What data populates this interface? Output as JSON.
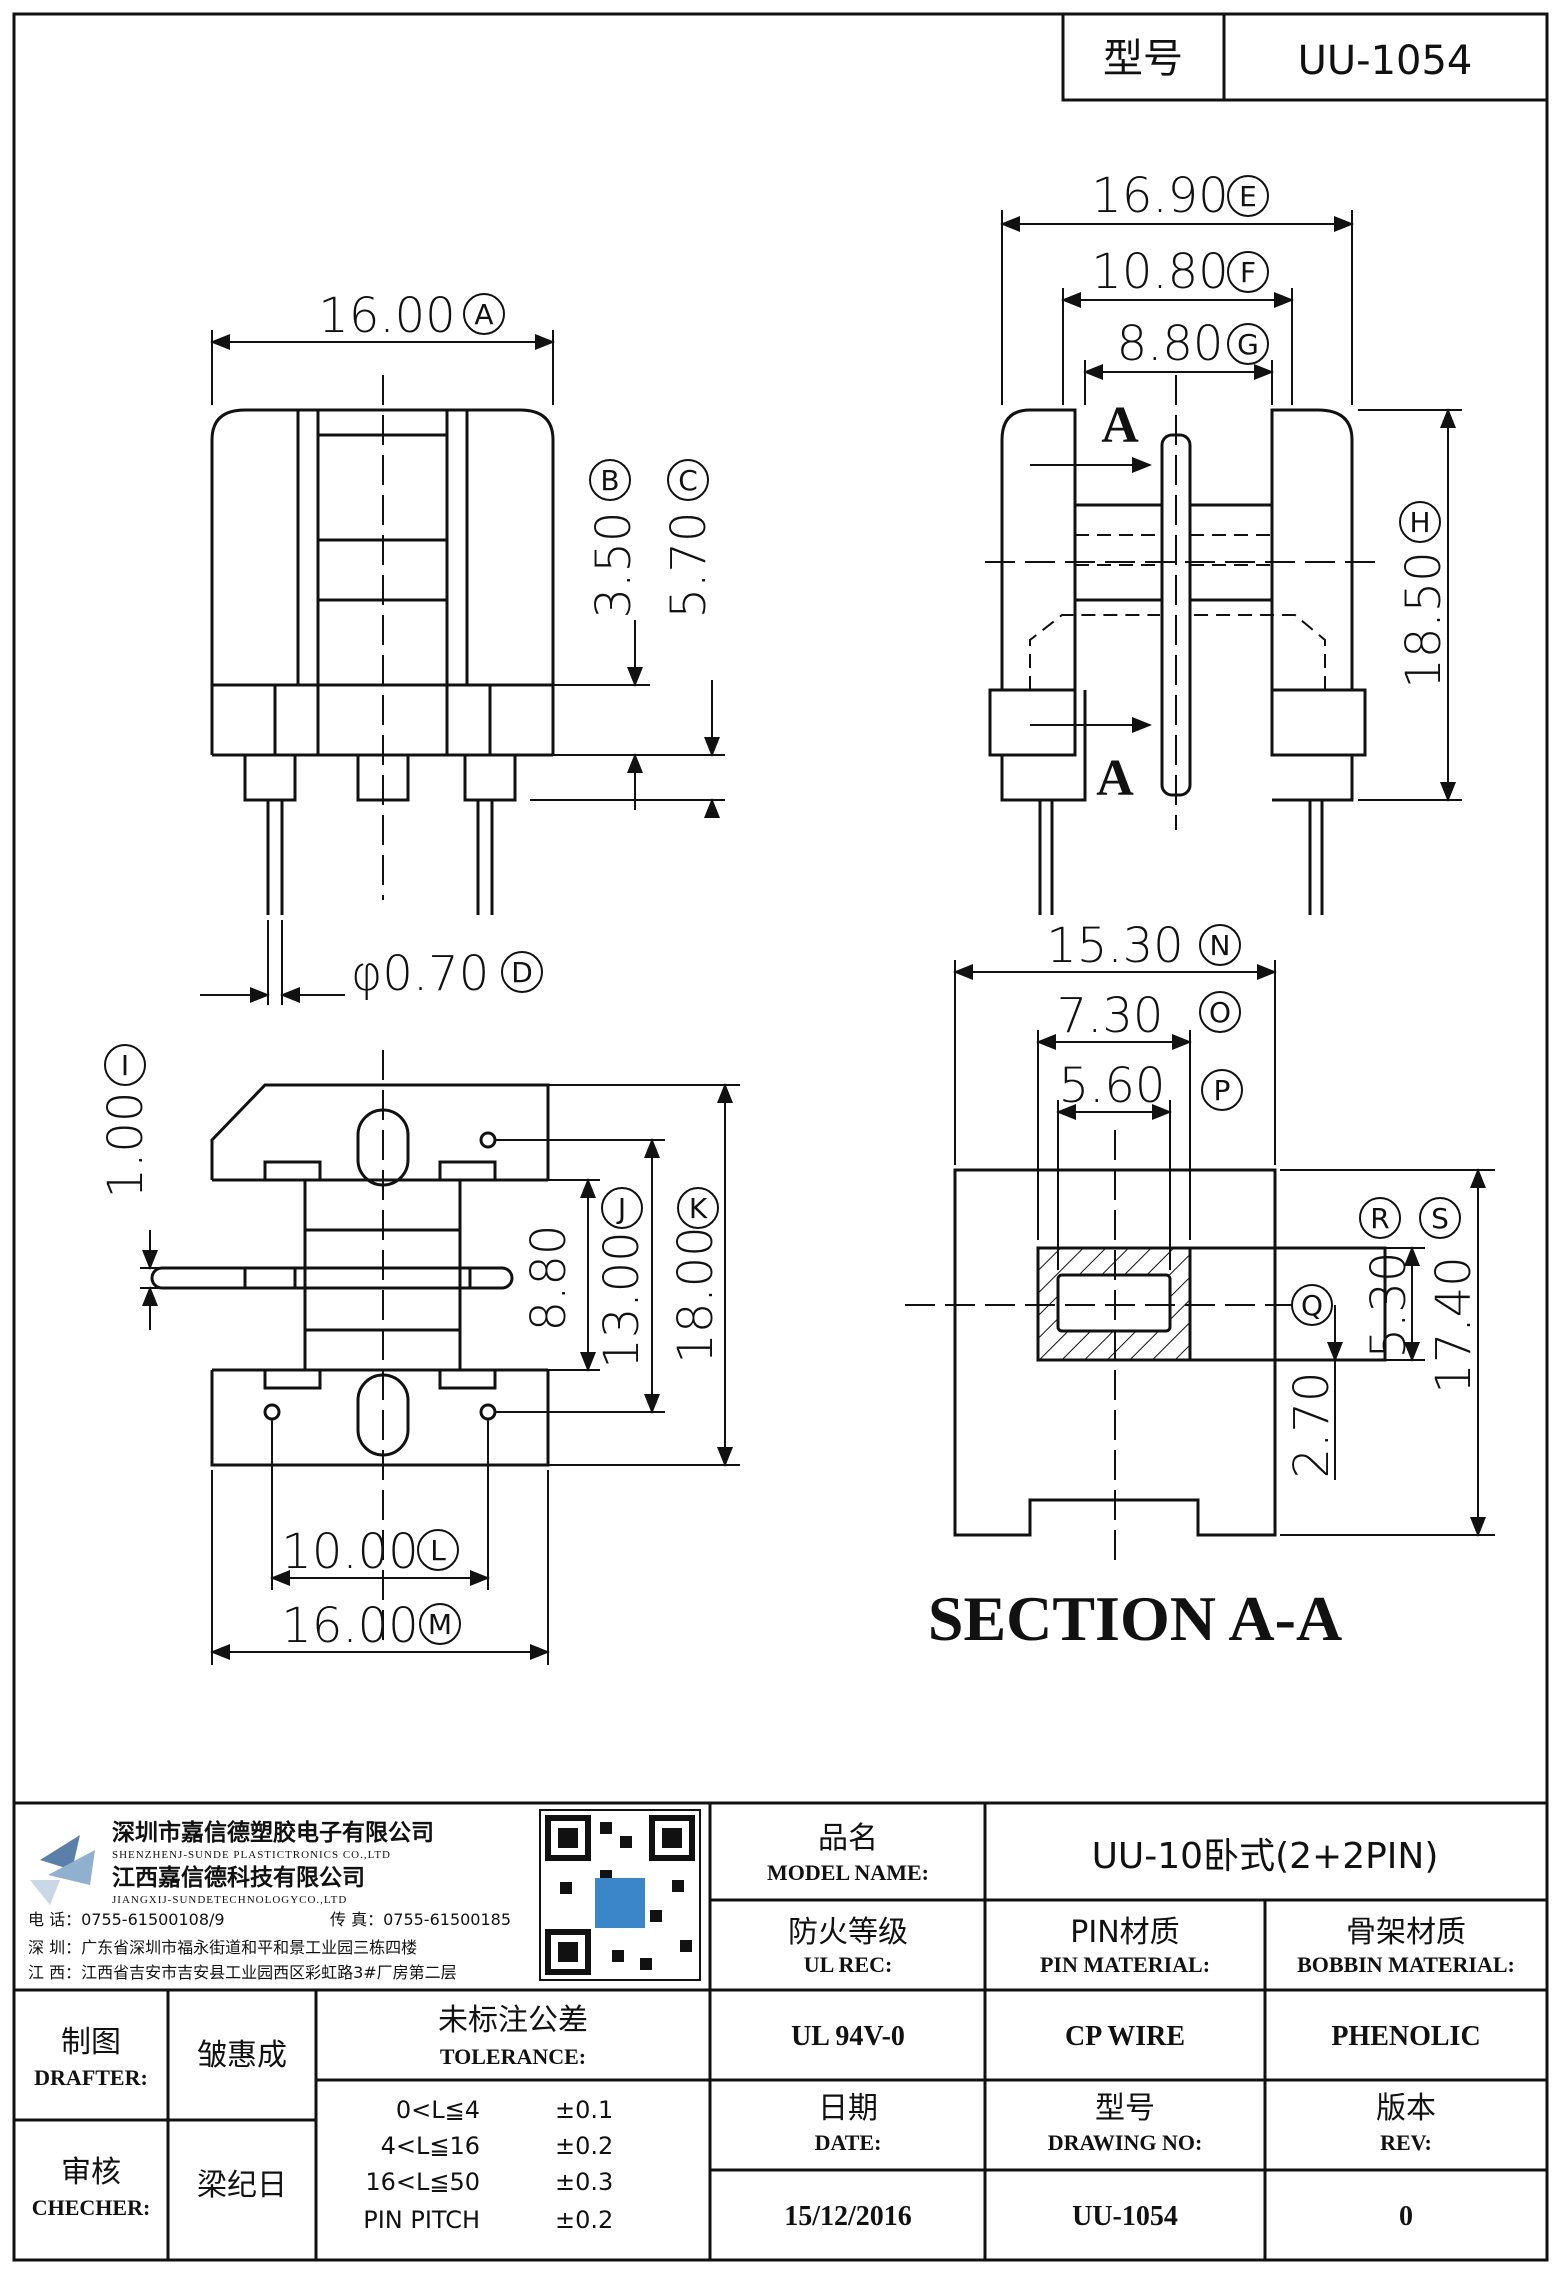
{
  "header": {
    "type_label": "型号",
    "type_value": "UU-1054"
  },
  "drawing": {
    "dims": {
      "a": "16.00",
      "b": "3.50",
      "c": "5.70",
      "d": "φ0.70",
      "e": "16.90",
      "f": "10.80",
      "g": "8.80",
      "h": "18.50",
      "i": "1.00",
      "j": "8.80",
      "k": "13.00",
      "k2": "18.00",
      "l": "10.00",
      "m": "16.00",
      "n": "15.30",
      "o": "7.30",
      "p": "5.60",
      "r": "5.30",
      "s": "17.40",
      "t": "2.70"
    },
    "markers": [
      "A",
      "B",
      "C",
      "D",
      "E",
      "F",
      "G",
      "H",
      "I",
      "J",
      "K",
      "L",
      "M",
      "N",
      "O",
      "P",
      "Q",
      "R",
      "S"
    ],
    "section_mark": "A",
    "section_title": "SECTION A-A"
  },
  "company": {
    "name_cn_1": "深圳市嘉信德塑胶电子有限公司",
    "name_en_1": "SHENZHENJ-SUNDE PLASTICTRONICS CO.,LTD",
    "name_cn_2": "江西嘉信德科技有限公司",
    "name_en_2": "JIANGXIJ-SUNDETECHNOLOGYCO.,LTD",
    "phone": "电 话：0755-61500108/9",
    "fax": "传 真：0755-61500185",
    "addr_sz": "深 圳：广东省深圳市福永街道和平和景工业园三栋四楼",
    "addr_jx": "江 西：江西省吉安市吉安县工业园西区彩虹路3#厂房第二层"
  },
  "title_block": {
    "model_name_cn": "品名",
    "model_name_en": "MODEL NAME:",
    "model_name_value": "UU-10卧式(2+2PIN)",
    "ul_cn": "防火等级",
    "ul_en": "UL REC:",
    "ul_value": "UL 94V-0",
    "pin_cn": "PIN材质",
    "pin_en": "PIN MATERIAL:",
    "pin_value": "CP WIRE",
    "bobbin_cn": "骨架材质",
    "bobbin_en": "BOBBIN MATERIAL:",
    "bobbin_value": "PHENOLIC",
    "drafter_cn": "制图",
    "drafter_en": "DRAFTER:",
    "drafter_value": "皱惠成",
    "checker_cn": "审核",
    "checker_en": "CHECHER:",
    "checker_value": "梁纪日",
    "tolerance_cn": "未标注公差",
    "tolerance_en": "TOLERANCE:",
    "tolerances": [
      {
        "range": "0<L≦4",
        "value": "±0.1"
      },
      {
        "range": "4<L≦16",
        "value": "±0.2"
      },
      {
        "range": "16<L≦50",
        "value": "±0.3"
      },
      {
        "range": "PIN PITCH",
        "value": "±0.2"
      }
    ],
    "date_cn": "日期",
    "date_en": "DATE:",
    "date_value": "15/12/2016",
    "drawing_no_cn": "型号",
    "drawing_no_en": "DRAWING NO:",
    "drawing_no_value": "UU-1054",
    "rev_cn": "版本",
    "rev_en": "REV:",
    "rev_value": "0"
  }
}
